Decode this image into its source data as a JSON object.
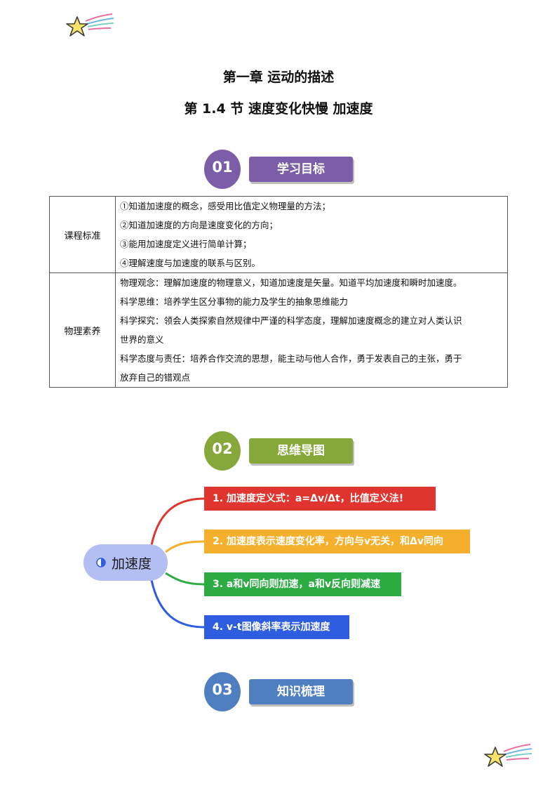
{
  "document": {
    "chapter_title": "第一章  运动的描述",
    "section_title": "第 1.4 节  速度变化快慢  加速度"
  },
  "sections": [
    {
      "number": "01",
      "label": "学习目标",
      "badge_color": "#7b5ea7",
      "label_color": "#7b5ea7"
    },
    {
      "number": "02",
      "label": "思维导图",
      "badge_color": "#86a83a",
      "label_color": "#86a83a"
    },
    {
      "number": "03",
      "label": "知识梳理",
      "badge_color": "#4f7fc0",
      "label_color": "#4f7fc0"
    }
  ],
  "goals_table": {
    "rows": [
      {
        "header": "课程标准",
        "lines": [
          "①知道加速度的概念，感受用比值定义物理量的方法；",
          "②知道加速度的方向是速度变化的方向；",
          "③能用加速度定义进行简单计算；",
          "④理解速度与加速度的联系与区别。"
        ]
      },
      {
        "header": "物理素养",
        "lines": [
          "物理观念：理解加速度的物理意义，知道加速度是矢量。知道平均加速度和瞬时加速度。",
          "科学思维：培养学生区分事物的能力及学生的抽象思维能力",
          "科学探究：领会人类探索自然规律中严谨的科学态度，理解加速度概念的建立对人类认识",
          "世界的意义",
          "科学态度与责任：培养合作交流的思想，能主动与他人合作，勇于发表自己的主张，勇于",
          "放弃自己的错观点"
        ]
      }
    ]
  },
  "mind_map": {
    "center": "加速度",
    "center_color": "#b3bff3",
    "branches": [
      {
        "text": "1. 加速度定义式：a=Δv/Δt，比值定义法!",
        "color": "#e0352f"
      },
      {
        "text": "2. 加速度表示速度变化率，方向与v无关，和Δv同向",
        "color": "#f4b02c"
      },
      {
        "text": "3. a和v同向则加速，a和v反向则减速",
        "color": "#2cab43"
      },
      {
        "text": "4. v-t图像斜率表示加速度",
        "color": "#2f5de0"
      }
    ]
  },
  "decor": {
    "star_icon": "shooting-star-icon",
    "star_color": "#f7e26b"
  }
}
